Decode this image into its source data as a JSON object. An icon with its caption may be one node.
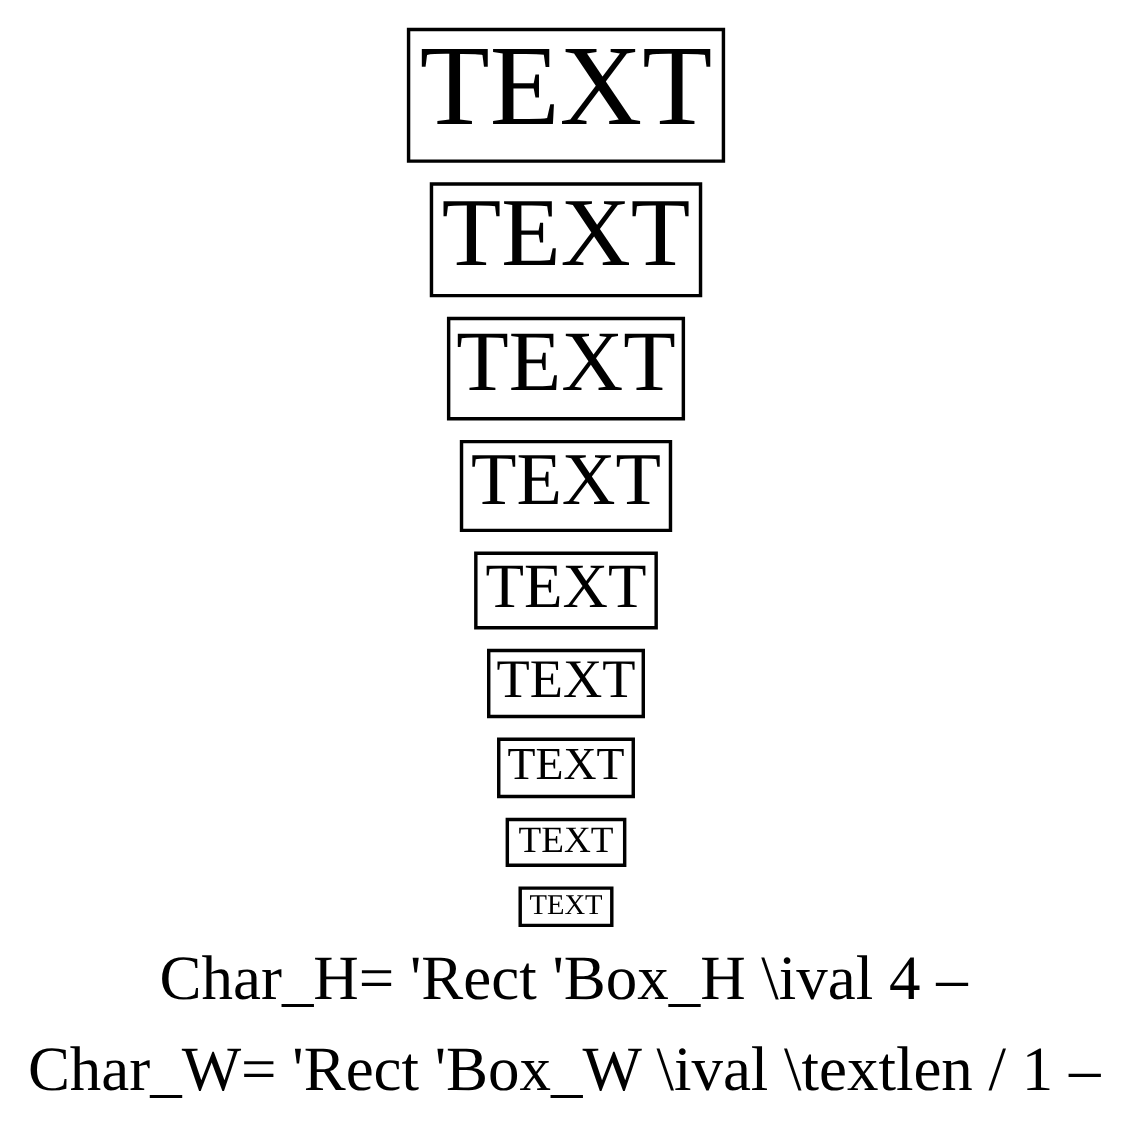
{
  "diagram": {
    "nodes": [
      {
        "text": [
          "TEXT"
        ]
      },
      {
        "text": [
          "TEXT"
        ]
      },
      {
        "text": [
          "TEXT"
        ]
      },
      {
        "text": [
          "TEXT"
        ]
      },
      {
        "text": [
          "TEXT"
        ]
      },
      {
        "text": [
          "TEXT"
        ]
      },
      {
        "text": [
          "TEXT"
        ]
      },
      {
        "text": [
          "TEXT"
        ]
      },
      {
        "text": [
          "TEXT"
        ]
      }
    ],
    "labels": [
      "Char_H= 'Rect 'Box_H \\ival 4 –",
      "Char_W= 'Rect 'Box_W \\ival \\textlen / 1 –"
    ]
  }
}
